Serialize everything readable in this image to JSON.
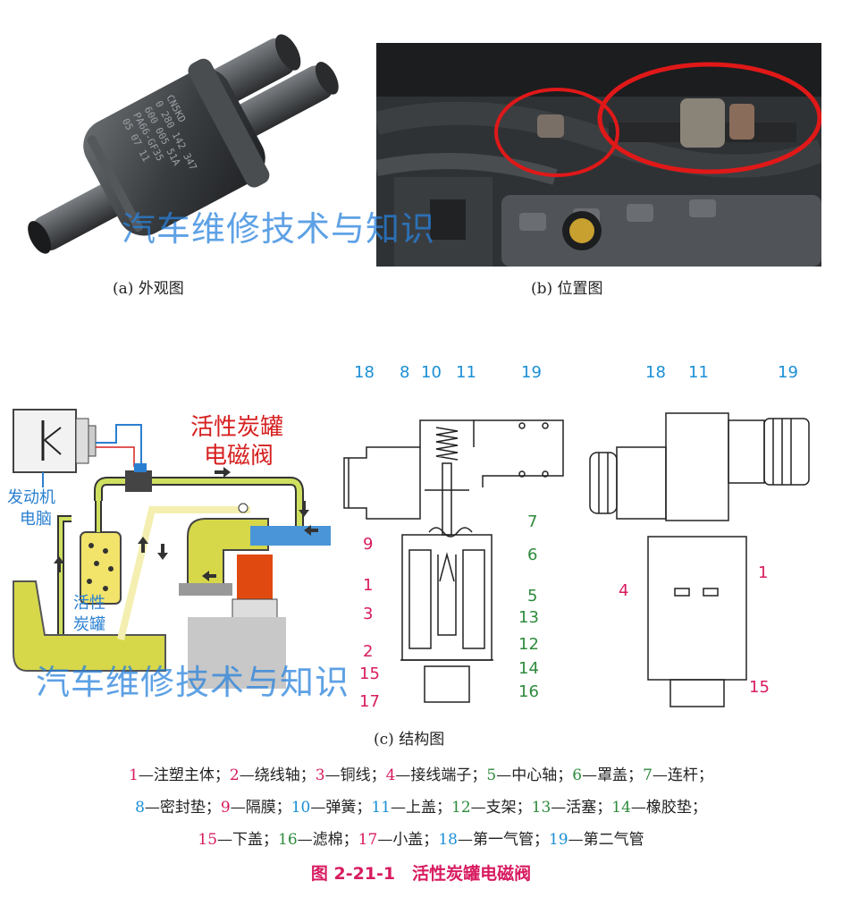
{
  "photos": {
    "a_caption": "(a) 外观图",
    "b_caption": "(b) 位置图",
    "part_text": [
      "CN5KD",
      "0 280 142 347",
      "600 005 51A",
      "PA66-GF35",
      "05 07 11"
    ]
  },
  "diagram_left": {
    "title_line1": "活性炭罐",
    "title_line2": "电磁阀",
    "ecu_label_line1": "发动机",
    "ecu_label_line2": "电脑",
    "canister_label_line1": "活性",
    "canister_label_line2": "炭罐"
  },
  "watermark": "汽车维修技术与知识",
  "structure": {
    "caption": "(c) 结构图",
    "labels": {
      "n1": "1",
      "n2": "2",
      "n3": "3",
      "n4": "4",
      "n5": "5",
      "n6": "6",
      "n7": "7",
      "n8": "8",
      "n9": "9",
      "n10": "10",
      "n11": "11",
      "n12": "12",
      "n13": "13",
      "n14": "14",
      "n15": "15",
      "n16": "16",
      "n17": "17",
      "n18": "18",
      "n19": "19"
    }
  },
  "legend": {
    "line1": [
      {
        "num": "1",
        "text": "—注塑主体；",
        "color": "m"
      },
      {
        "num": "2",
        "text": "—绕线轴；",
        "color": "m"
      },
      {
        "num": "3",
        "text": "—铜线；",
        "color": "m"
      },
      {
        "num": "4",
        "text": "—接线端子；",
        "color": "m"
      },
      {
        "num": "5",
        "text": "—中心轴；",
        "color": "g"
      },
      {
        "num": "6",
        "text": "—罩盖；",
        "color": "g"
      },
      {
        "num": "7",
        "text": "—连杆；",
        "color": "g"
      }
    ],
    "line2": [
      {
        "num": "8",
        "text": "—密封垫；",
        "color": "b"
      },
      {
        "num": "9",
        "text": "—隔膜；",
        "color": "m"
      },
      {
        "num": "10",
        "text": "—弹簧；",
        "color": "b"
      },
      {
        "num": "11",
        "text": "—上盖；",
        "color": "b"
      },
      {
        "num": "12",
        "text": "—支架；",
        "color": "g"
      },
      {
        "num": "13",
        "text": "—活塞；",
        "color": "g"
      },
      {
        "num": "14",
        "text": "—橡胶垫；",
        "color": "g"
      }
    ],
    "line3": [
      {
        "num": "15",
        "text": "—下盖；",
        "color": "m"
      },
      {
        "num": "16",
        "text": "—滤棉；",
        "color": "g"
      },
      {
        "num": "17",
        "text": "—小盖；",
        "color": "m"
      },
      {
        "num": "18",
        "text": "—第一气管；",
        "color": "b"
      },
      {
        "num": "19",
        "text": "—第二气管",
        "color": "b"
      }
    ]
  },
  "figure_title": "图 2-21-1　活性炭罐电磁阀",
  "colors": {
    "magenta": "#d81b60",
    "green": "#2e8b3c",
    "blue": "#1a8fd6",
    "red": "#d62020"
  }
}
